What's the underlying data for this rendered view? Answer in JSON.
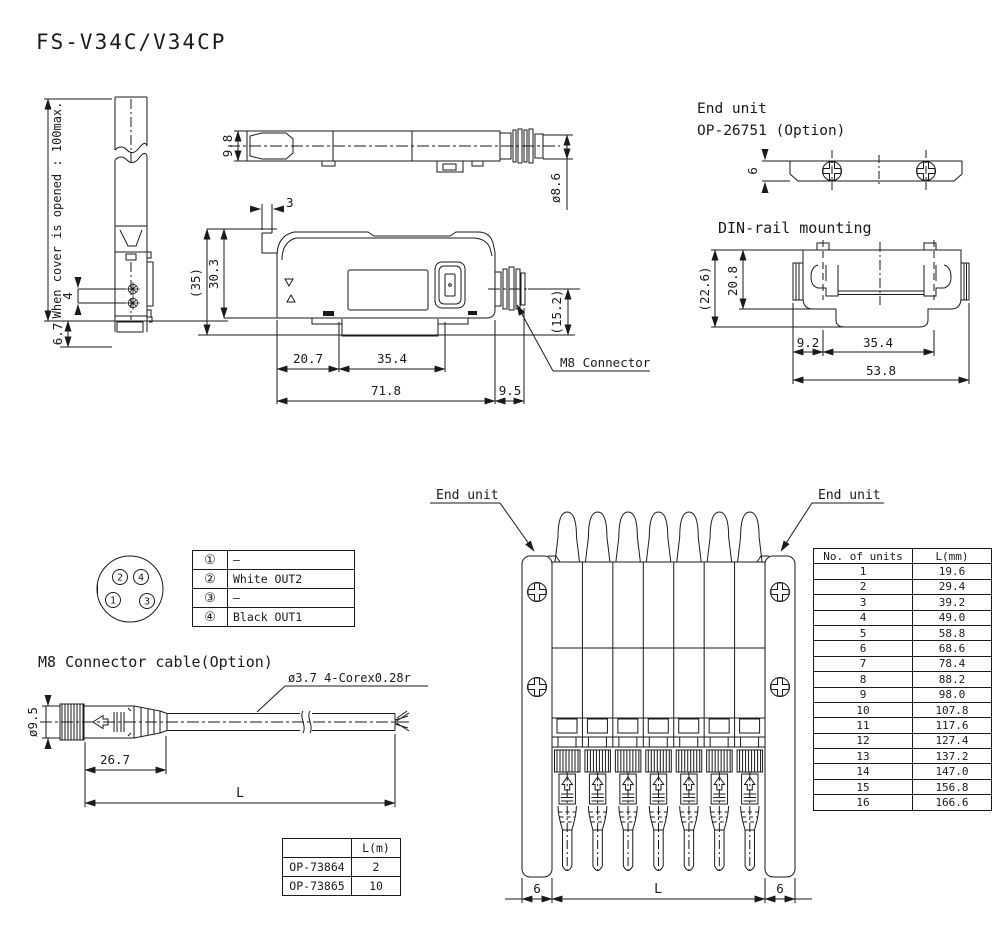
{
  "title": "FS-V34C/V34CP",
  "colors": {
    "line": "#1a1a1a",
    "bg": "#ffffff"
  },
  "side_view": {
    "note": "When cover is opened : 100max.",
    "dim_screw_pitch": "4",
    "dim_foot": "6.7"
  },
  "top_view": {
    "dim_height": "9.8",
    "dim_connector_dia": "ø8.6"
  },
  "front_view": {
    "dim_tab": "3",
    "dim_total_height": "(35)",
    "dim_body_height": "30.3",
    "dim_left": "20.7",
    "dim_mid": "35.4",
    "dim_total_width": "71.8",
    "dim_connector_len": "9.5",
    "dim_connector_height": "(15.2)",
    "callout": "M8 Connector"
  },
  "end_unit_view": {
    "title_line1": "End unit",
    "title_line2": "OP-26751 (Option)",
    "dim_thickness": "6"
  },
  "din_rail_view": {
    "title": "DIN-rail mounting",
    "dim_total_height": "(22.6)",
    "dim_body_height": "20.8",
    "dim_left": "9.2",
    "dim_mid": "35.4",
    "dim_total_width": "53.8"
  },
  "pinout": {
    "pins": [
      "1",
      "2",
      "3",
      "4"
    ],
    "rows": [
      {
        "pin": "①",
        "desc": "–"
      },
      {
        "pin": "②",
        "desc": "White OUT2"
      },
      {
        "pin": "③",
        "desc": "–"
      },
      {
        "pin": "④",
        "desc": "Black OUT1"
      }
    ]
  },
  "cable": {
    "title": "M8 Connector cable(Option)",
    "spec": "ø3.7 4-Corex0.28r",
    "dim_dia": "ø9.5",
    "dim_head": "26.7",
    "dim_length": "L"
  },
  "cable_table": {
    "header_model": "",
    "header_length": "L(m)",
    "rows": [
      {
        "model": "OP-73864",
        "length": "2"
      },
      {
        "model": "OP-73865",
        "length": "10"
      }
    ]
  },
  "assembly": {
    "label_left": "End unit",
    "label_right": "End unit",
    "dim_left": "6",
    "dim_length": "L",
    "dim_right": "6"
  },
  "units_table": {
    "header_units": "No. of units",
    "header_length": "L(mm)",
    "rows": [
      {
        "n": "1",
        "l": "19.6"
      },
      {
        "n": "2",
        "l": "29.4"
      },
      {
        "n": "3",
        "l": "39.2"
      },
      {
        "n": "4",
        "l": "49.0"
      },
      {
        "n": "5",
        "l": "58.8"
      },
      {
        "n": "6",
        "l": "68.6"
      },
      {
        "n": "7",
        "l": "78.4"
      },
      {
        "n": "8",
        "l": "88.2"
      },
      {
        "n": "9",
        "l": "98.0"
      },
      {
        "n": "10",
        "l": "107.8"
      },
      {
        "n": "11",
        "l": "117.6"
      },
      {
        "n": "12",
        "l": "127.4"
      },
      {
        "n": "13",
        "l": "137.2"
      },
      {
        "n": "14",
        "l": "147.0"
      },
      {
        "n": "15",
        "l": "156.8"
      },
      {
        "n": "16",
        "l": "166.6"
      }
    ]
  }
}
